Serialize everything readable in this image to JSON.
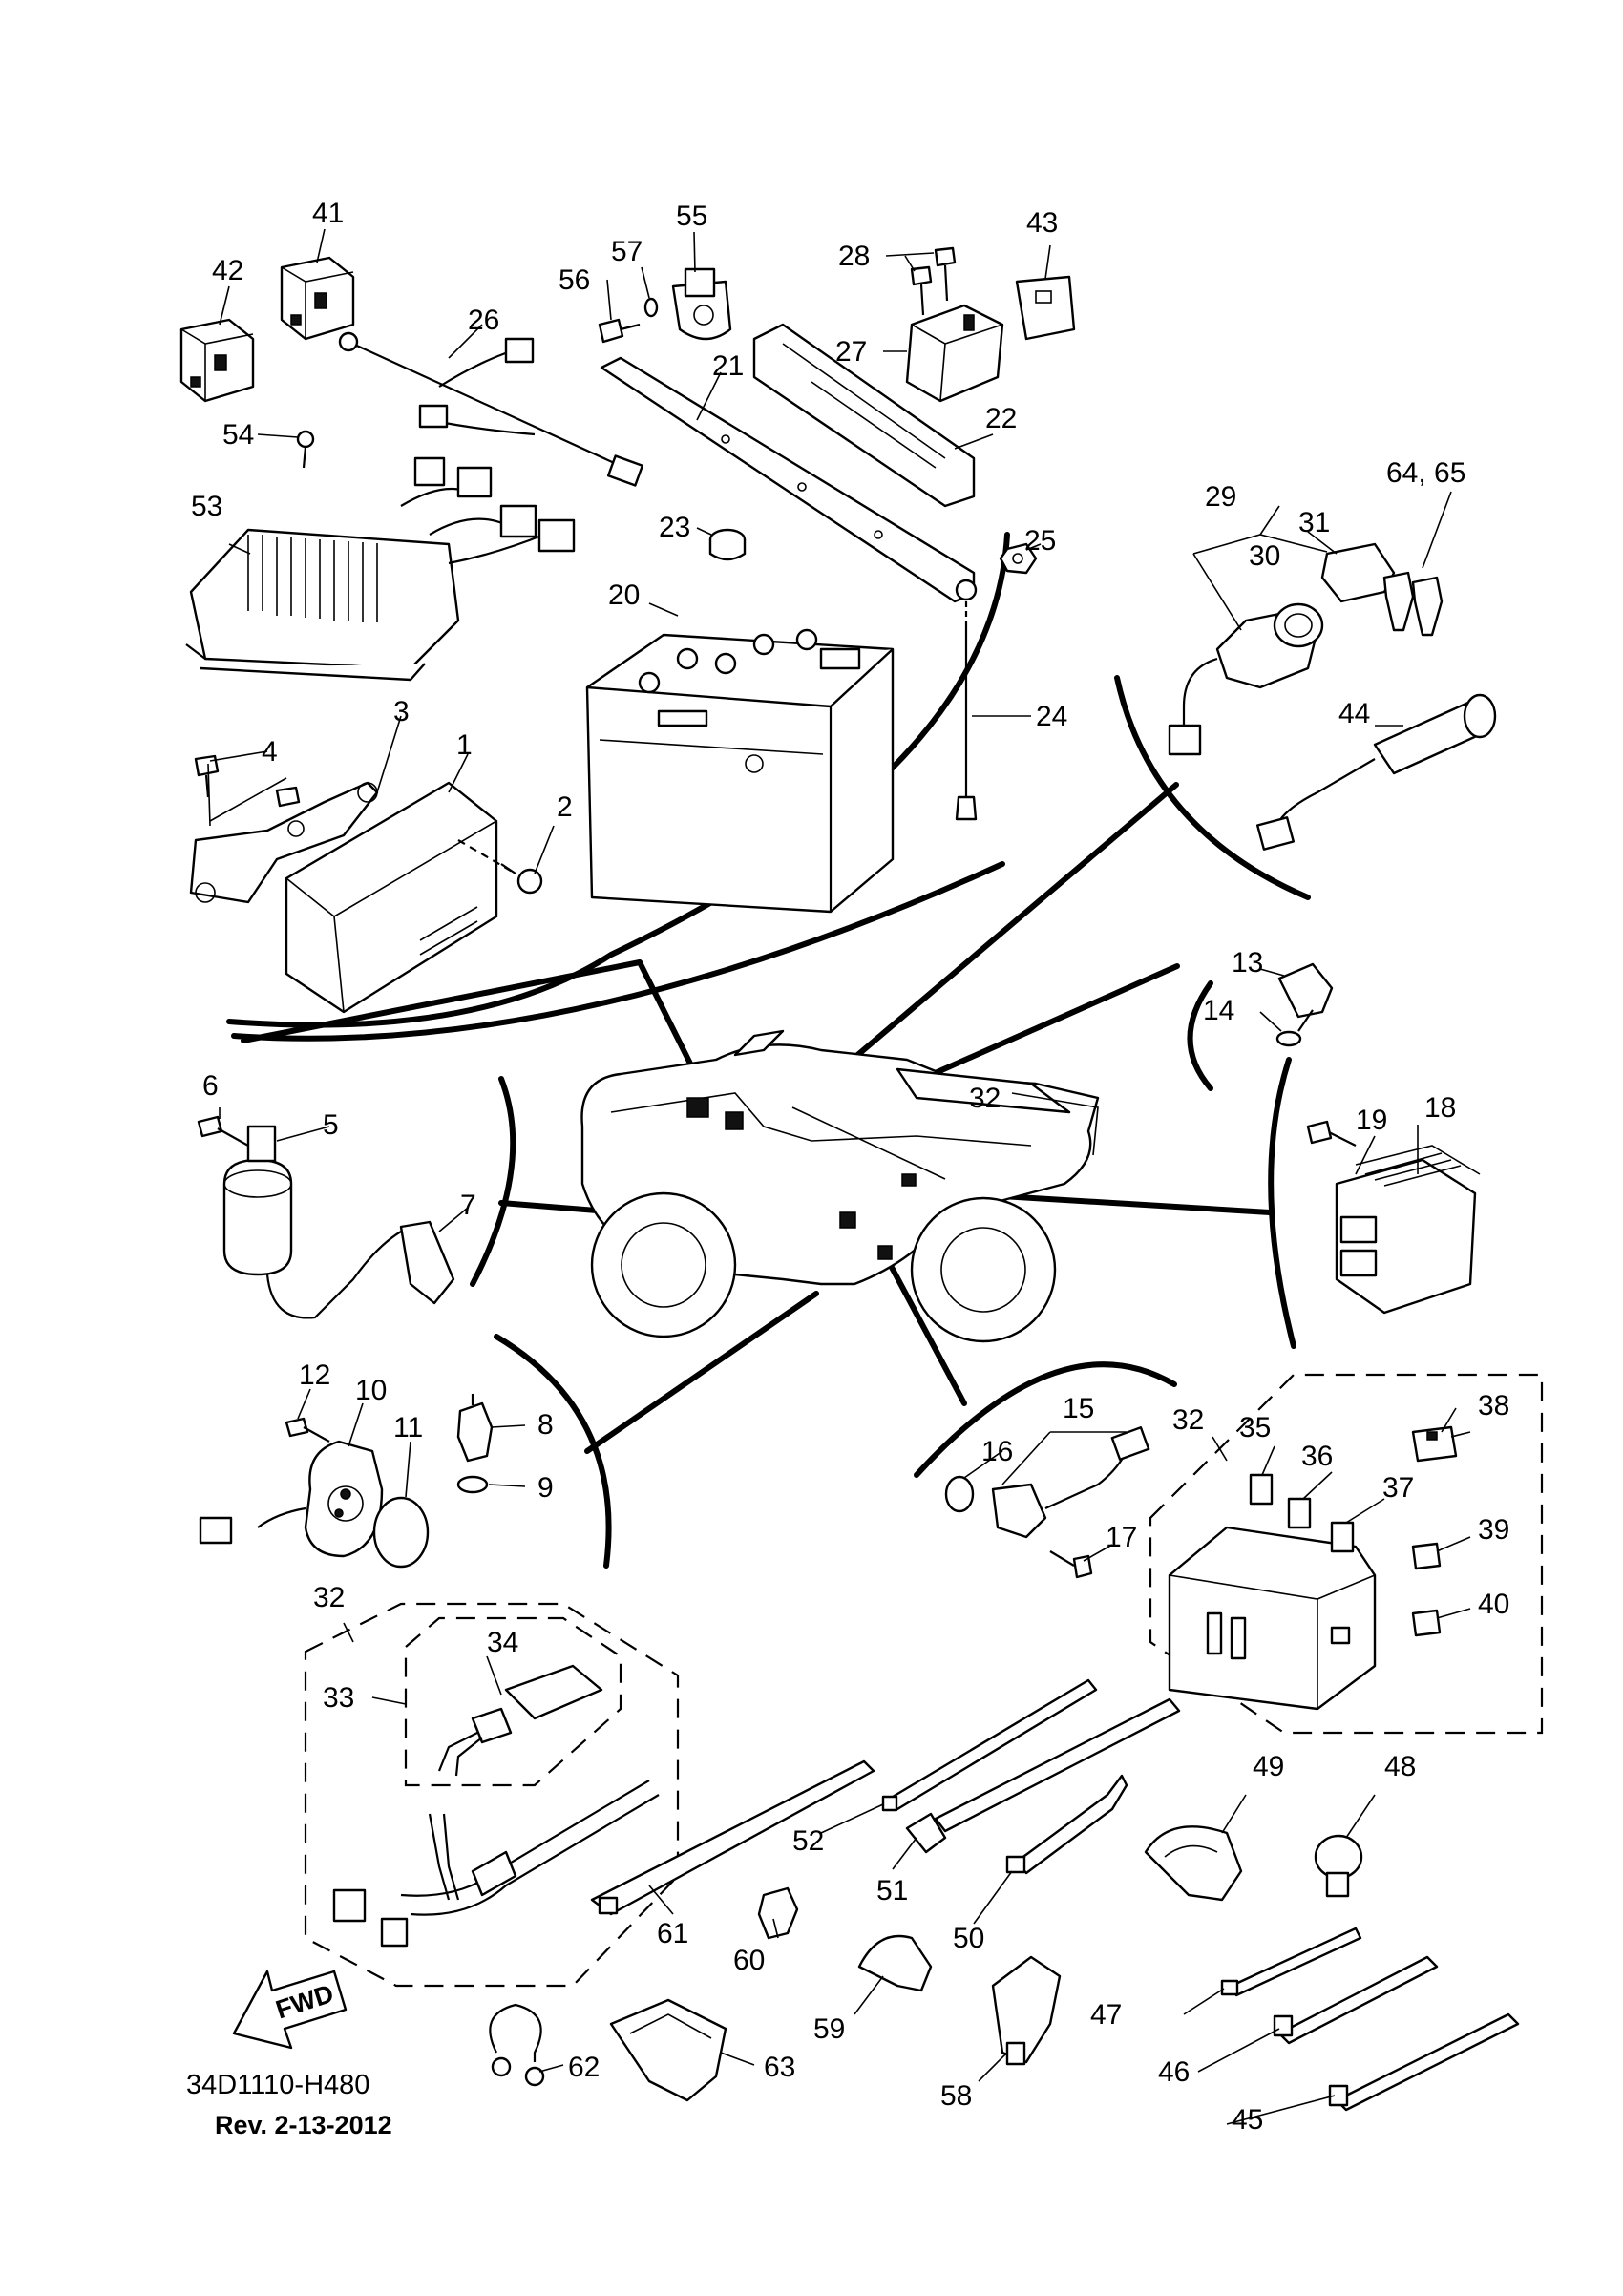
{
  "diagram": {
    "footer": {
      "code": "34D1110-H480",
      "revision": "Rev. 2-13-2012"
    },
    "fwd_badge": "FWD",
    "part_labels": {
      "p1": "1",
      "p2": "2",
      "p3": "3",
      "p4": "4",
      "p5": "5",
      "p6": "6",
      "p7": "7",
      "p8": "8",
      "p9": "9",
      "p10": "10",
      "p11": "11",
      "p12": "12",
      "p13": "13",
      "p14": "14",
      "p15": "15",
      "p16": "16",
      "p17": "17",
      "p18": "18",
      "p19": "19",
      "p20": "20",
      "p21": "21",
      "p22": "22",
      "p23": "23",
      "p24": "24",
      "p25": "25",
      "p26": "26",
      "p27": "27",
      "p28": "28",
      "p29": "29",
      "p30": "30",
      "p31": "31",
      "p32a": "32",
      "p32b": "32",
      "p32c": "32",
      "p33": "33",
      "p34": "34",
      "p35": "35",
      "p36": "36",
      "p37": "37",
      "p38": "38",
      "p39": "39",
      "p40": "40",
      "p41": "41",
      "p42": "42",
      "p43": "43",
      "p44": "44",
      "p45": "45",
      "p46": "46",
      "p47": "47",
      "p48": "48",
      "p49": "49",
      "p50": "50",
      "p51": "51",
      "p52": "52",
      "p53": "53",
      "p54": "54",
      "p55": "55",
      "p56": "56",
      "p57": "57",
      "p58": "58",
      "p59": "59",
      "p60": "60",
      "p61": "61",
      "p62": "62",
      "p63": "63",
      "p6465": "64, 65"
    }
  }
}
